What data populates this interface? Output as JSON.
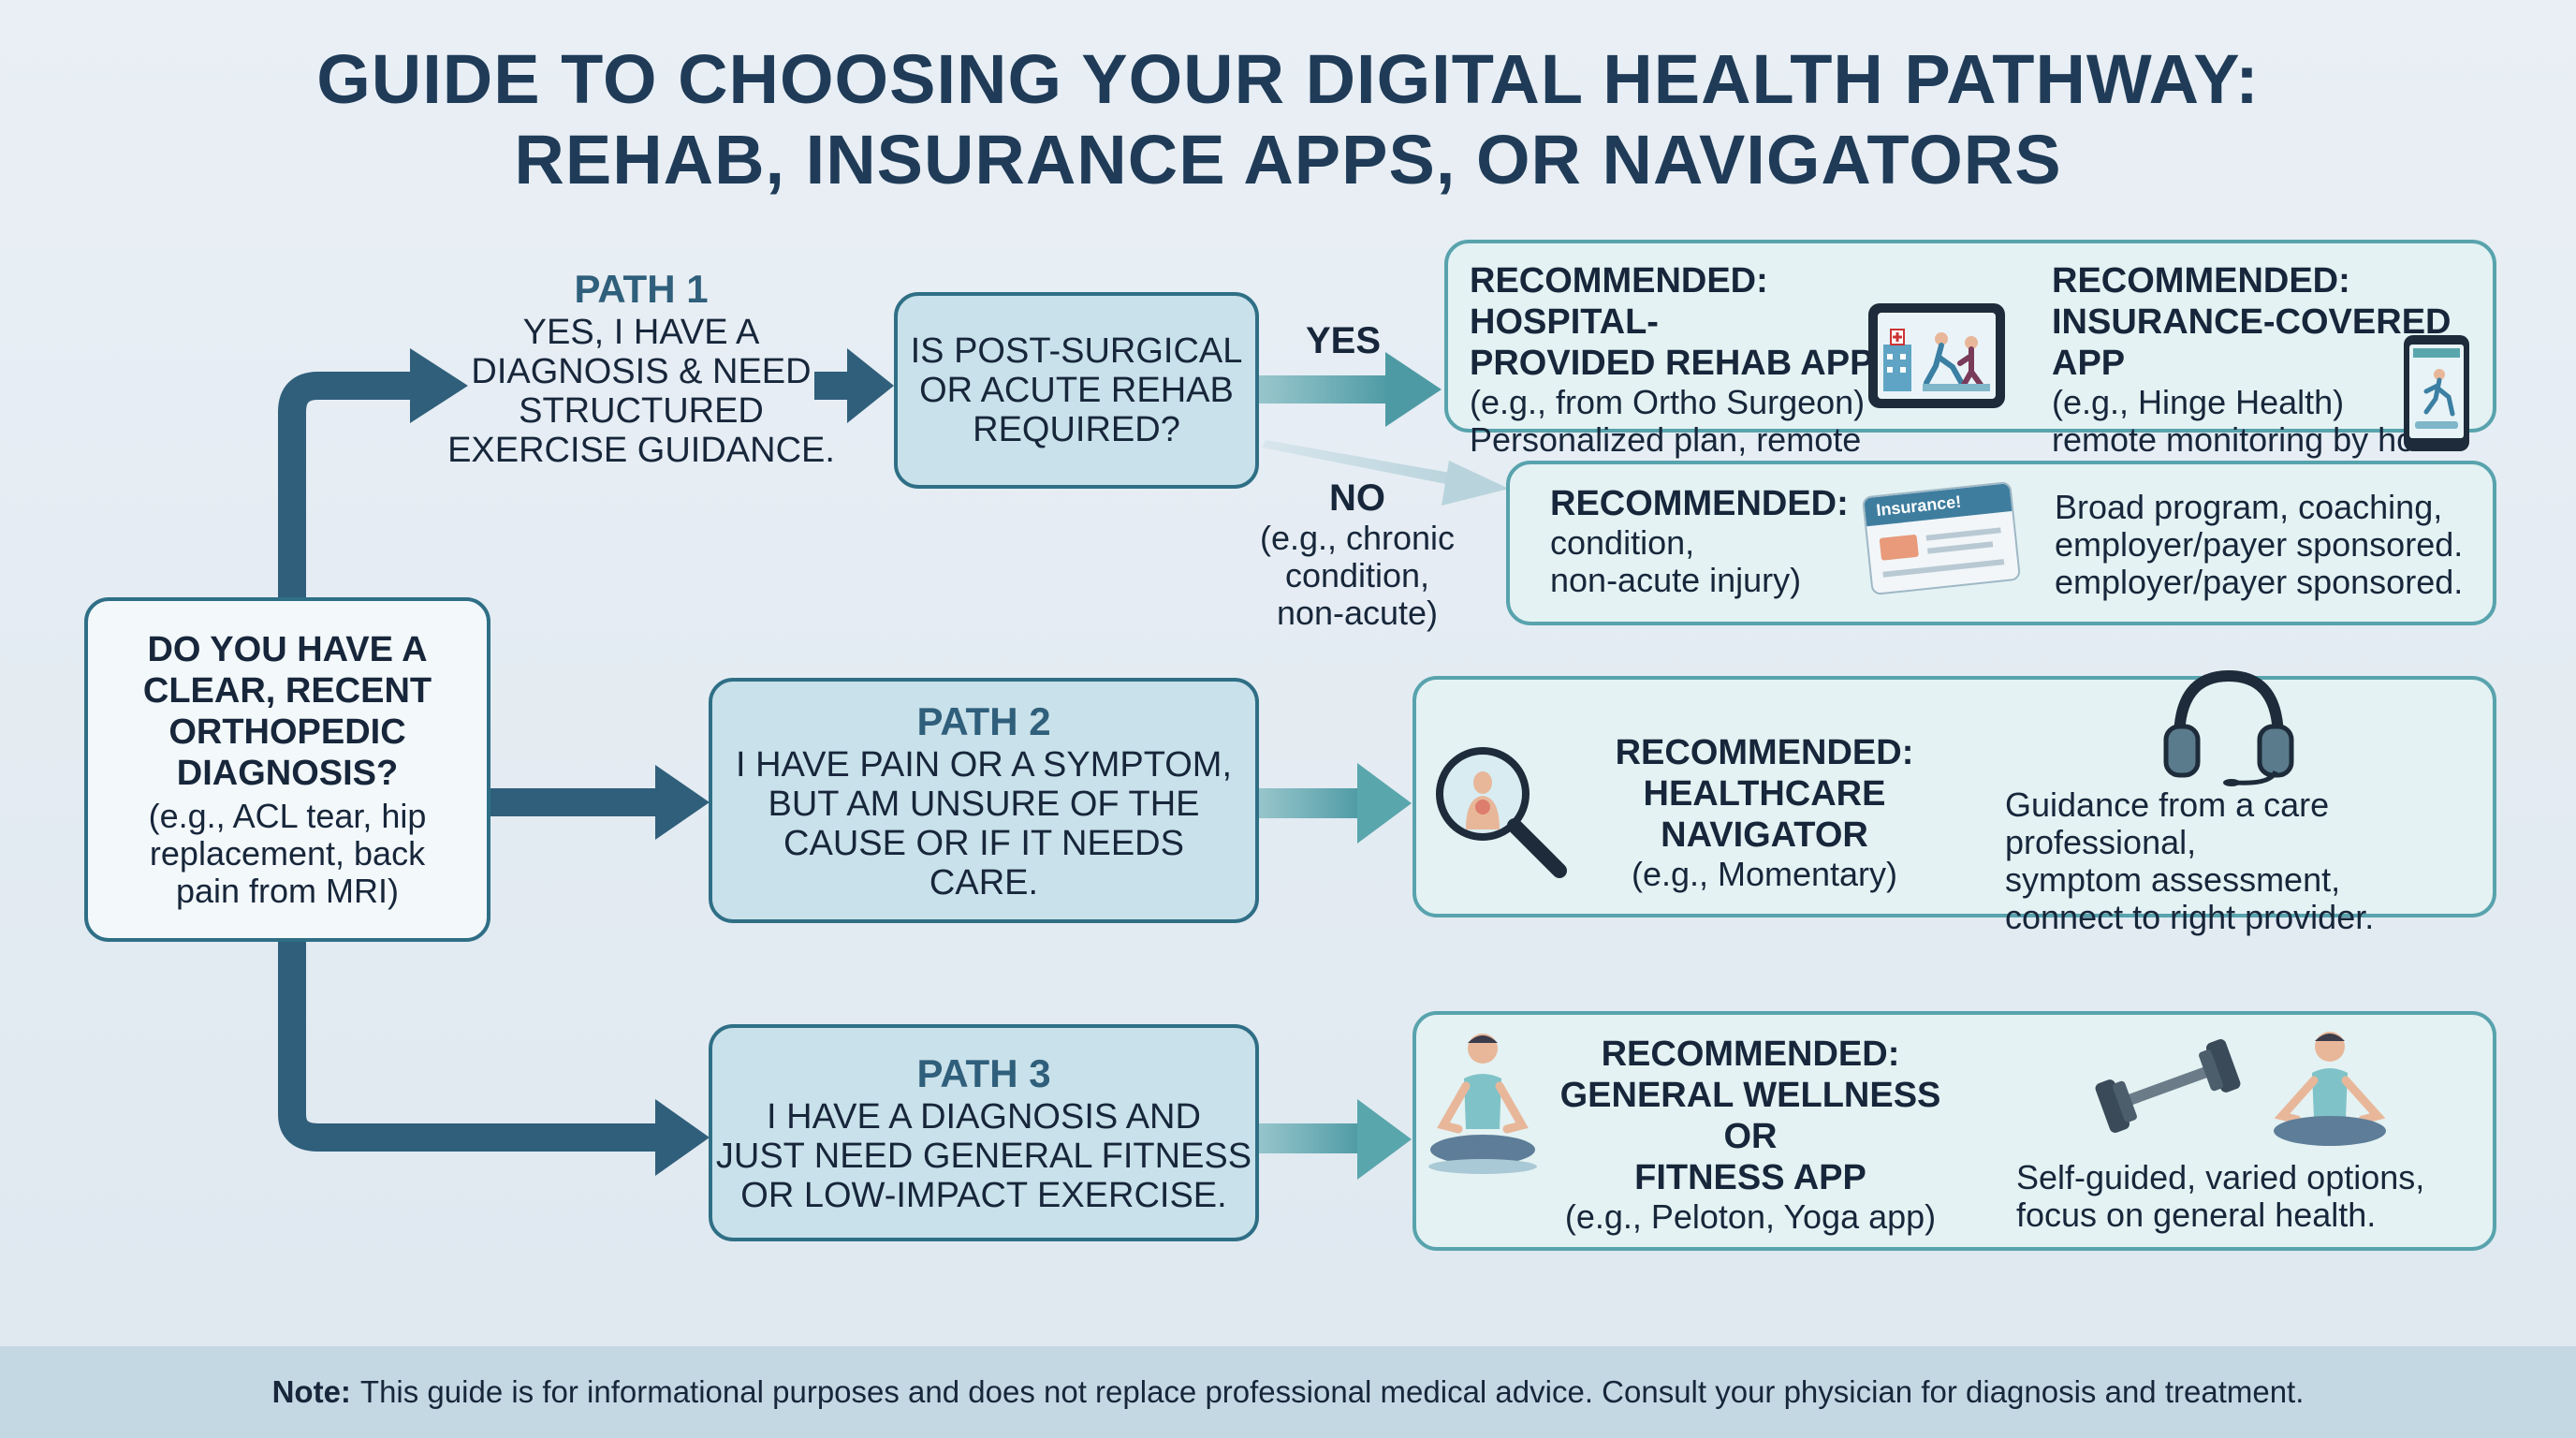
{
  "title": {
    "line1": "GUIDE TO CHOOSING YOUR DIGITAL HEALTH PATHWAY:",
    "line2": "REHAB, INSURANCE APPS, OR NAVIGATORS"
  },
  "start": {
    "question": [
      "DO YOU HAVE A",
      "CLEAR, RECENT",
      "ORTHOPEDIC",
      "DIAGNOSIS?"
    ],
    "example": [
      "(e.g., ACL tear, hip",
      "replacement, back",
      "pain from MRI)"
    ]
  },
  "path1": {
    "label": "PATH 1",
    "text": [
      "YES, I HAVE A",
      "DIAGNOSIS & NEED",
      "STRUCTURED",
      "EXERCISE GUIDANCE."
    ]
  },
  "decision": {
    "text": [
      "IS POST-SURGICAL",
      "OR ACUTE REHAB",
      "REQUIRED?"
    ]
  },
  "yes_label": "YES",
  "no_label": {
    "title": "NO",
    "detail": [
      "(e.g., chronic",
      "condition,",
      "non-acute)"
    ]
  },
  "rec_hospital": {
    "title": [
      "RECOMMENDED: HOSPITAL-",
      "PROVIDED REHAB APP"
    ],
    "detail": [
      "(e.g., from Ortho Surgeon)",
      "Personalized plan, remote"
    ]
  },
  "rec_insurance": {
    "title": [
      "RECOMMENDED:",
      "INSURANCE-COVERED APP"
    ],
    "detail": [
      "(e.g., Hinge Health)",
      "remote monitoring by ho"
    ]
  },
  "rec_no": {
    "title": "RECOMMENDED:",
    "detail": [
      "condition,",
      "non-acute injury)"
    ],
    "card_label": "Insurance!",
    "desc": [
      "Broad program, coaching,",
      "employer/payer sponsored.",
      "employer/payer sponsored."
    ]
  },
  "path2": {
    "label": "PATH 2",
    "text": [
      "I HAVE PAIN OR A SYMPTOM,",
      "BUT AM UNSURE OF THE",
      "CAUSE OR IF IT NEEDS",
      "CARE."
    ]
  },
  "rec_navigator": {
    "title": [
      "RECOMMENDED:",
      "HEALTHCARE NAVIGATOR"
    ],
    "example": "(e.g., Momentary)",
    "desc": [
      "Guidance from a care professional,",
      "symptom assessment,",
      "connect to right provider."
    ]
  },
  "path3": {
    "label": "PATH 3",
    "text": [
      "I HAVE A DIAGNOSIS AND",
      "JUST NEED GENERAL FITNESS",
      "OR LOW-IMPACT EXERCISE."
    ]
  },
  "rec_wellness": {
    "title": [
      "RECOMMENDED:",
      "GENERAL WELLNESS OR",
      "FITNESS APP"
    ],
    "example": "(e.g., Peloton, Yoga app)",
    "desc": [
      "Self-guided, varied options,",
      "focus on general health."
    ]
  },
  "footer": {
    "note_label": "Note:",
    "note_text": "This guide is for informational purposes and does not replace professional medical advice. Consult your physician for diagnosis and treatment."
  },
  "colors": {
    "dark_arrow": "#2f5f7b",
    "teal_arrow": "#5aa6ad",
    "box_border": "#2f6f86",
    "rec_border": "#58a3ad"
  }
}
